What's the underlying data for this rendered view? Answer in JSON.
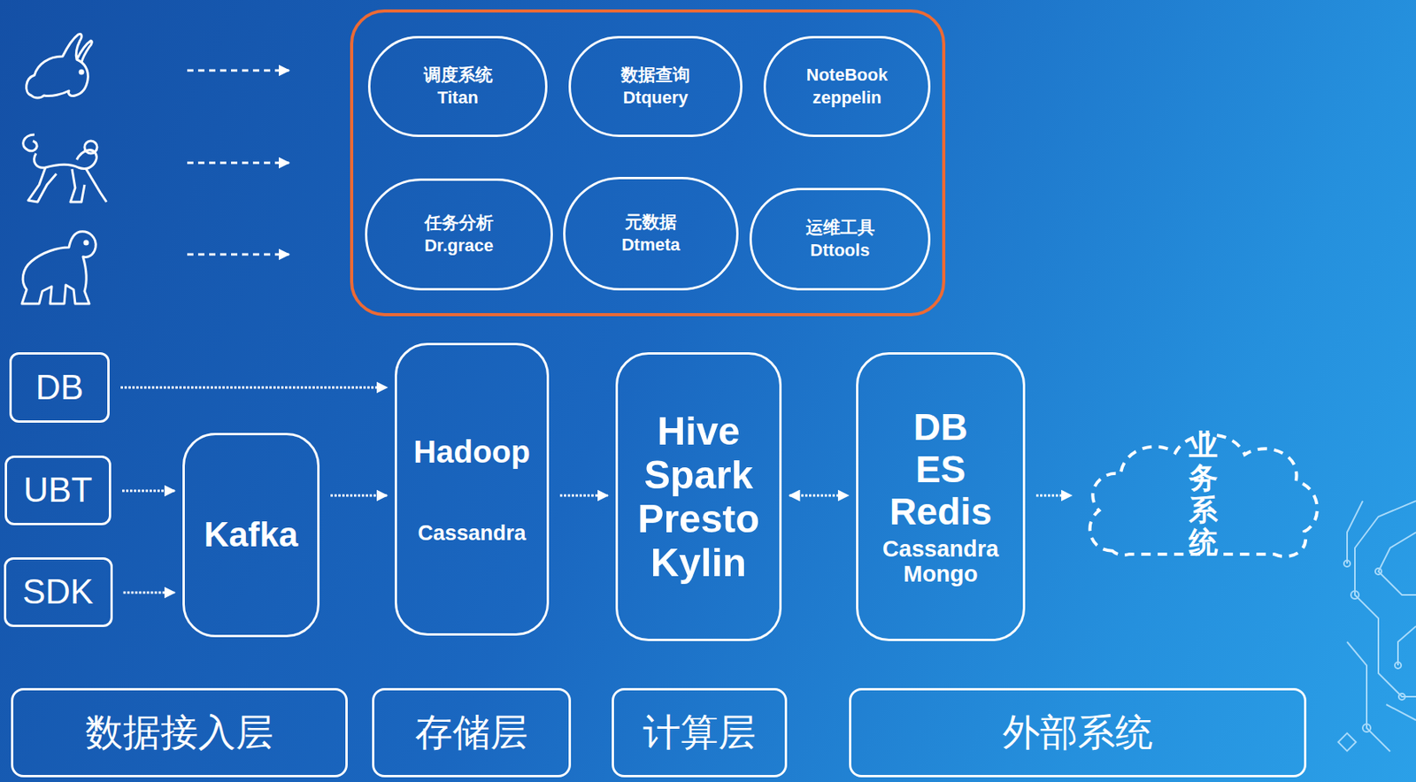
{
  "diagram": {
    "nodes": [
      {
        "text": [
          "调度系统",
          "Titan"
        ]
      },
      {
        "text": [
          "数据查询",
          "Dtquery"
        ]
      },
      {
        "text": [
          "NoteBook",
          "zeppelin"
        ]
      },
      {
        "text": [
          "任务分析",
          "Dr.grace"
        ]
      },
      {
        "text": [
          "元数据",
          "Dtmeta"
        ]
      },
      {
        "text": [
          "运维工具",
          "Dttools"
        ]
      },
      {
        "text": [
          "DB"
        ]
      },
      {
        "text": [
          "UBT"
        ]
      },
      {
        "text": [
          "SDK"
        ]
      },
      {
        "text": [
          "Kafka"
        ]
      },
      {
        "text": [
          "Hadoop",
          "Cassandra"
        ]
      },
      {
        "text": [
          "Hive Spark Presto Kylin"
        ]
      },
      {
        "text": [
          "DB ES Redis",
          "Cassandra Mongo"
        ]
      },
      {
        "text": [
          "业务 系统"
        ]
      },
      {
        "text": [
          "数据接入层"
        ]
      },
      {
        "text": [
          "存储层"
        ]
      },
      {
        "text": [
          "计算层"
        ]
      },
      {
        "text": [
          "外部系统"
        ]
      }
    ],
    "edges": [
      {
        "from": 6,
        "to": 10,
        "arrow": "to"
      },
      {
        "from": 7,
        "to": 9,
        "arrow": "to"
      },
      {
        "from": 8,
        "to": 9,
        "arrow": "to"
      },
      {
        "from": 9,
        "to": 10,
        "arrow": "to"
      },
      {
        "from": 10,
        "to": 11,
        "arrow": "to"
      },
      {
        "from": 11,
        "to": 12,
        "arrow": "both"
      },
      {
        "from": 12,
        "to": 13,
        "arrow": "to"
      }
    ]
  }
}
